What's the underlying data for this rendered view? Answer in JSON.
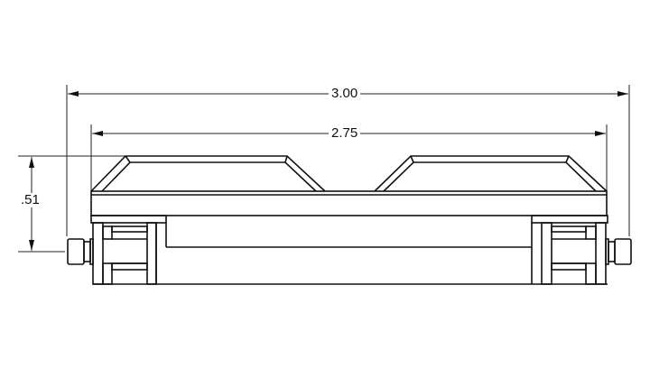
{
  "drawing": {
    "dimensions": {
      "overall_width": "3.00",
      "inner_width": "2.75",
      "height": ".51"
    },
    "colors": {
      "line": "#111111",
      "background": "#ffffff"
    }
  }
}
